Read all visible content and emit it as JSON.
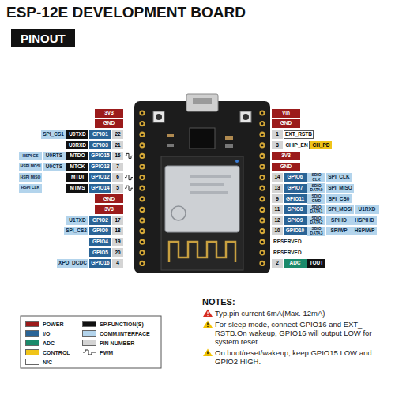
{
  "diagram": {
    "title": "ESP-12E DEVELOPMENT BOARD",
    "labels": [
      "PINOUT",
      "3V3",
      "GND",
      "SPI_CS1",
      "U0TXD",
      "GPIO1",
      "22",
      "U0RXD",
      "GPIO3",
      "21",
      "HSPI CS",
      "U0RTS",
      "MTDO",
      "GPIO15",
      "16",
      "HSPI MOSI",
      "U0CTS",
      "MTCK",
      "GPIO13",
      "7",
      "HSPI MISO",
      "MTDI",
      "GPIO12",
      "6",
      "HSPI CLK",
      "MTMS",
      "GPIO14",
      "5",
      "GND",
      "3V3",
      "U1TXD",
      "GPIO2",
      "17",
      "SPI_CS2",
      "GPIO0",
      "18",
      "GPIO4",
      "19",
      "GPIO5",
      "20",
      "XPD_DCDC",
      "GPIO16",
      "4",
      "Vin",
      "GND",
      "1",
      "EXT_RSTB",
      "3",
      "CHIP_EN",
      "CH_PD",
      "3V3",
      "GND",
      "14",
      "GPIO6",
      "SDIO CLK",
      "SPI_CLK",
      "13",
      "GPIO7",
      "SDIO DATA0",
      "SPI_MISO",
      "9",
      "GPIO11",
      "SDIO CMD",
      "SPI_CS0",
      "11",
      "GPIO8",
      "SDIO DATA1",
      "SPI_MOSI",
      "U1RXD",
      "12",
      "GPIO9",
      "SDIO DATA2",
      "SPIHD",
      "HSPIHD",
      "10",
      "GPIO10",
      "SDIO DATA3",
      "SPIWP",
      "HSPIWP",
      "RESERVED",
      "RESERVED",
      "2",
      "ADC",
      "TOUT",
      "NOTES:",
      "Typ.pin current 6mA(Max. 12mA)",
      "For sleep mode, connect GPIO16 and EXT_ RSTB.On wakeup, GPIO16 will output LOW for system reset.",
      "On boot/reset/wakeup, keep GPIO15 LOW and GPIO2 HIGH."
    ],
    "legend": [
      {
        "text": "POWER",
        "color": "#9b1b1b"
      },
      {
        "text": "I/O",
        "color": "#2a6496"
      },
      {
        "text": "ADC",
        "color": "#1b8a6b"
      },
      {
        "text": "CONTROL",
        "color": "#f0c419"
      },
      {
        "text": "N/C",
        "color": "#ffffff"
      },
      {
        "text": "SP.FUNCTION(S)",
        "color": "#111111"
      },
      {
        "text": "COMM.INTERFACE",
        "color": "#b3d4ec"
      },
      {
        "text": "PIN NUMBER",
        "color": "#d4d4d4"
      },
      {
        "text": "PWM"
      }
    ]
  }
}
